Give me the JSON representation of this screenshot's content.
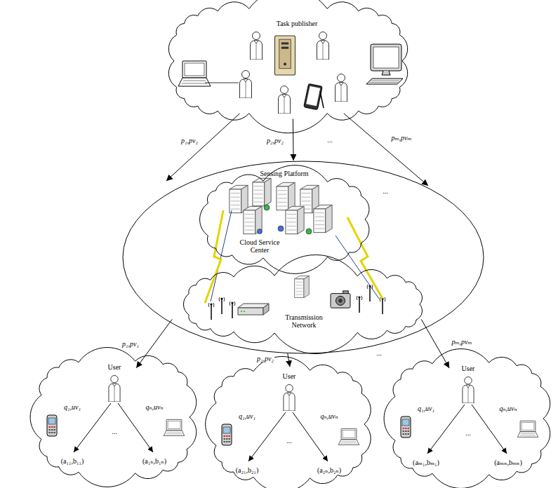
{
  "diagram": {
    "nodes": [
      {
        "text": [
          "Task publisher"
        ]
      },
      {
        "text": [
          "Sensing Platform"
        ]
      },
      {
        "text": [
          "Cloud Service Center"
        ],
        "in": 1
      },
      {
        "text": [
          "Transmission Network"
        ],
        "in": 1
      },
      {
        "text": [
          "User"
        ]
      },
      {
        "text": [
          "User"
        ]
      },
      {
        "text": [
          "User"
        ]
      }
    ],
    "edges": [
      {
        "from": 0,
        "to": 1,
        "arrow": "to",
        "label": "p₁,pv₁"
      },
      {
        "from": 0,
        "to": 1,
        "arrow": "to",
        "label": "p₂,pv₂"
      },
      {
        "from": 0,
        "to": 1,
        "arrow": "to",
        "label": "pₘ,pvₘ"
      },
      {
        "from": 1,
        "to": 4,
        "arrow": "to",
        "label": "p₁,pv₁"
      },
      {
        "from": 1,
        "to": 5,
        "arrow": "to",
        "label": "p₂,pv₂"
      },
      {
        "from": 1,
        "to": 6,
        "arrow": "to",
        "label": "pₘ,pvₘ"
      },
      {
        "from": 2,
        "to": 3,
        "arrow": "none"
      },
      {
        "from": 2,
        "to": 3,
        "arrow": "none"
      }
    ],
    "labels": [
      "...",
      "...",
      "...",
      "q₁,uv₁",
      "...",
      "qₙ,uvₙ",
      "(a₁₁,b₁₁)",
      "(a₁ₙ,b₁ₙ)",
      "q₁,uv₁",
      "...",
      "qₙ,uvₙ",
      "(a₂₁,b₂₁)",
      "(a₂ₙ,b₂ₙ)",
      "q₁,uv₁",
      "...",
      "qₙ,uvₙ",
      "(aₘ₁,bₘ₁)",
      "(aₘₙ,bₘₙ)"
    ]
  }
}
